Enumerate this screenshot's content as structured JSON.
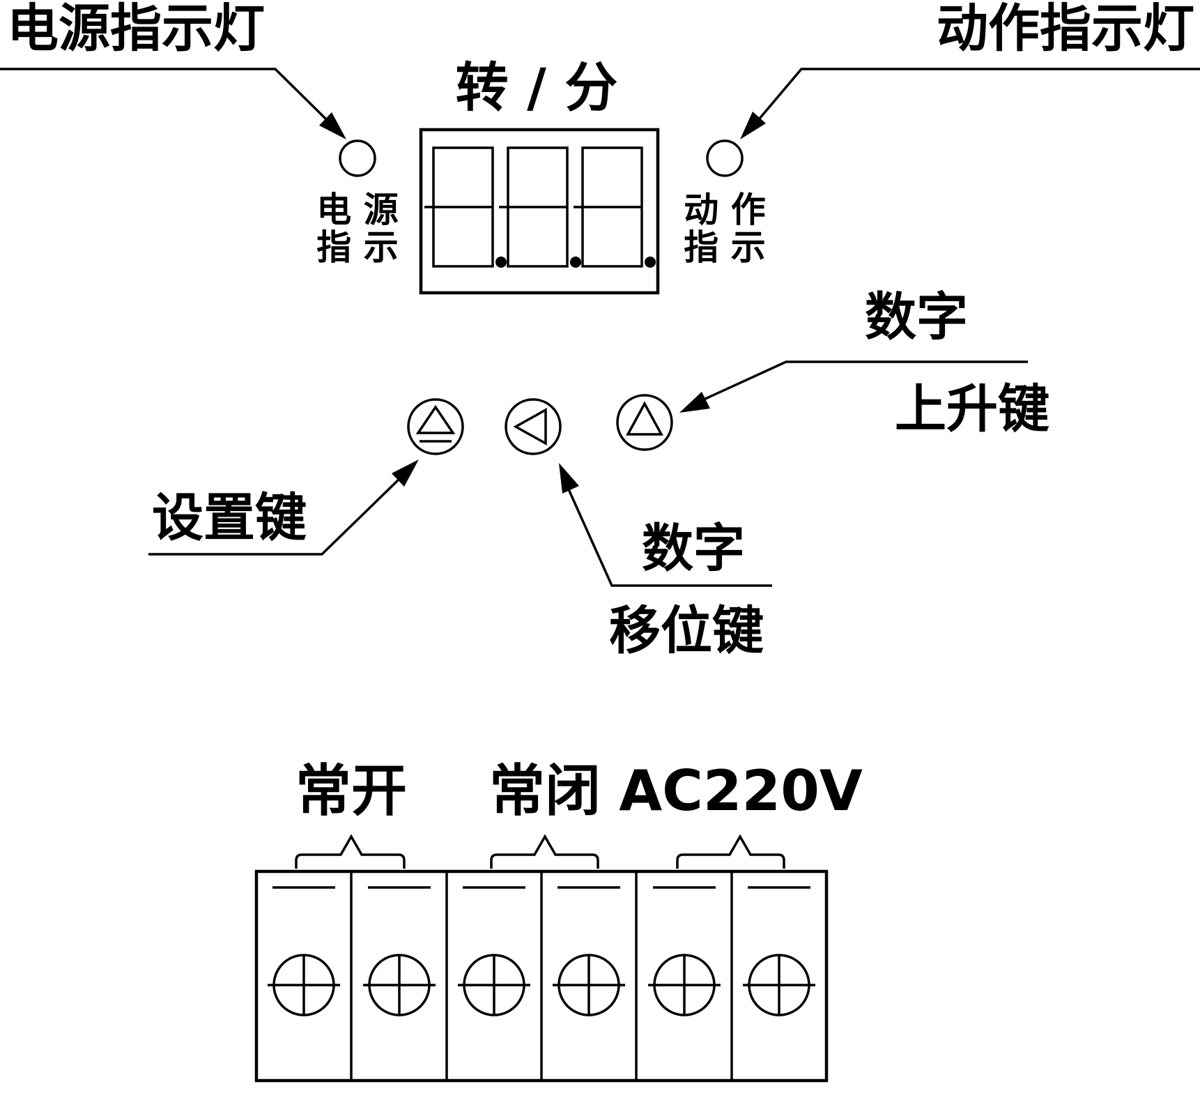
{
  "page": {
    "background_color": "#ffffff",
    "line_color": "#000000"
  },
  "display": {
    "unit_label": "转 / 分",
    "digit_count": 3
  },
  "indicators": {
    "power": {
      "callout": "电源指示灯",
      "label_line1": "电 源",
      "label_line2": "指 示"
    },
    "action": {
      "callout": "动作指示灯",
      "label_line1": "动 作",
      "label_line2": "指 示"
    }
  },
  "buttons": {
    "set": {
      "label": "设置键",
      "symbol": "triangle-up-with-underline"
    },
    "shift": {
      "label_line1": "数字",
      "label_line2": "移位键",
      "symbol": "triangle-left"
    },
    "up": {
      "label_line1": "数字",
      "label_line2": "上升键",
      "symbol": "triangle-up"
    }
  },
  "terminals": {
    "screw_count": 6,
    "groups": [
      {
        "label": "常开"
      },
      {
        "label": "常闭"
      },
      {
        "label": "AC220V"
      }
    ]
  }
}
